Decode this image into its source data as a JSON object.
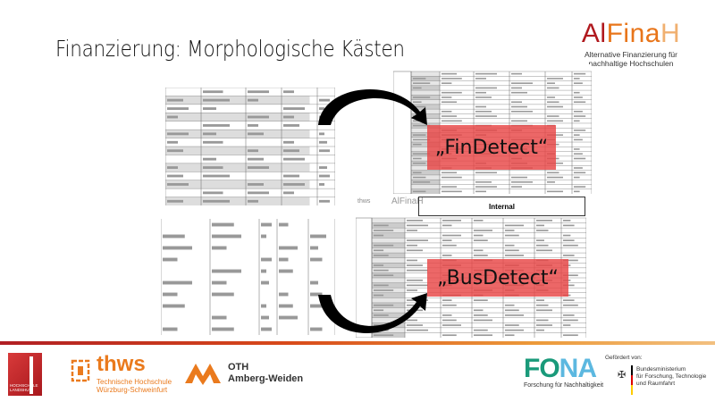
{
  "slide": {
    "title": "Finanzierung: Morphologische Kästen",
    "brand_logo": {
      "word_parts": [
        "Al",
        "Fina",
        "H"
      ],
      "colors": [
        "#b0191e",
        "#e8751a",
        "#f0b070"
      ],
      "subtitle_line1": "Alternative Finanzierung für",
      "subtitle_line2": "nachhaltige Hochschulen"
    },
    "labels": {
      "fin_detect": "„FinDetect“",
      "bus_detect": "„BusDetect“"
    },
    "embedded_docs": {
      "internal_label": "Internal",
      "doc_logo": "AlFinaH",
      "doc_partner": "thws"
    },
    "colors": {
      "highlight": "#e84646",
      "accent_orange": "#e8751a",
      "accent_red": "#b0191e"
    }
  },
  "footer": {
    "hs_landshut": [
      "HOCHSCHULE",
      "LANDSHUT"
    ],
    "thws": {
      "name": "thws",
      "line1": "Technische Hochschule",
      "line2": "Würzburg-Schweinfurt"
    },
    "oth": {
      "line1": "OTH",
      "line2": "Amberg-Weiden"
    },
    "fona": {
      "name": "FONA",
      "sub": "Forschung für Nachhaltigkeit"
    },
    "bmbf": {
      "funded": "Gefördert von:",
      "line1": "Bundesministerium",
      "line2": "für Forschung, Technologie",
      "line3": "und Raumfahrt"
    }
  }
}
